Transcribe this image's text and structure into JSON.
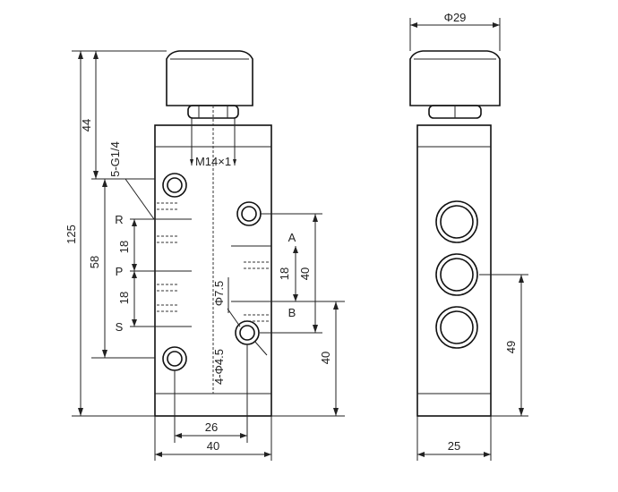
{
  "front_view": {
    "dim_overall_height": "125",
    "dim_head_height": "44",
    "dim_port_spacing": "58",
    "dim_r_p": "18",
    "dim_p_s": "18",
    "dim_a_b": "18",
    "dim_a_b_outer": "40",
    "dim_bottom_port": "40",
    "dim_hole_spacing": "26",
    "dim_body_width": "40",
    "label_port_thread": "5-G1/4",
    "label_mount_thread": "M14×1",
    "label_bore": "Φ7.5",
    "label_mount_holes": "4-Φ4.5",
    "port_r": "R",
    "port_p": "P",
    "port_s": "S",
    "port_a": "A",
    "port_b": "B"
  },
  "side_view": {
    "dim_knob_diameter": "Φ29",
    "dim_width": "25",
    "dim_port_height": "49"
  }
}
